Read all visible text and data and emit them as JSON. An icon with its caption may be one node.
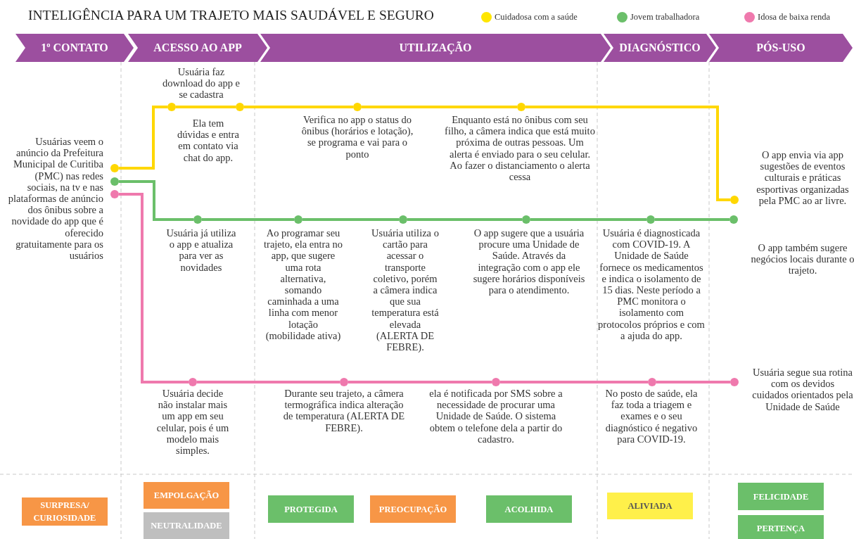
{
  "diagram": {
    "title": "INTELIGÊNCIA PARA UM TRAJETO MAIS SAUDÁVEL E SEGURO",
    "nodes": [
      {
        "text": [
          "1º CONTATO"
        ]
      },
      {
        "text": [
          "ACESSO AO APP"
        ]
      },
      {
        "text": [
          "UTILIZAÇÃO"
        ]
      },
      {
        "text": [
          "DIAGNÓSTICO"
        ]
      },
      {
        "text": [
          "PÓS-USO"
        ]
      },
      {
        "text": [],
        "shape": "circle"
      },
      {
        "text": [],
        "shape": "circle",
        "beside": [
          "Usuária faz download do app e se cadastra"
        ]
      },
      {
        "text": [],
        "shape": "circle",
        "beside": [
          "Ela tem dúvidas e entra em contato via chat do app."
        ]
      },
      {
        "text": [],
        "shape": "circle",
        "beside": [
          "Verifica no app o status do ônibus (horários e lotação), se programa e vai para o ponto"
        ]
      },
      {
        "text": [],
        "shape": "circle",
        "beside": [
          "Enquanto está no ônibus com seu filho, a câmera indica que está muito próxima de outras pessoas. Um alerta é enviado para o seu celular. Ao fazer o distanciamento o alerta cessa"
        ]
      },
      {
        "text": [],
        "shape": "circle",
        "beside": [
          "O app envia via app sugestões de eventos culturais e práticas esportivas organizadas pela PMC ao ar livre."
        ]
      },
      {
        "text": [],
        "shape": "circle"
      },
      {
        "text": [],
        "shape": "circle",
        "beside": [
          "Usuária já utiliza o app e atualiza para ver as novidades"
        ]
      },
      {
        "text": [],
        "shape": "circle",
        "beside": [
          "Ao programar seu trajeto, ela entra no app, que sugere uma rota alternativa, somando caminhada a uma linha com menor lotação (mobilidade ativa)"
        ]
      },
      {
        "text": [],
        "shape": "circle",
        "beside": [
          "Usuária utiliza o cartão para acessar o transporte coletivo, porém a câmera indica que sua temperatura está elevada (ALERTA DE FEBRE)."
        ]
      },
      {
        "text": [],
        "shape": "circle",
        "beside": [
          "O app sugere que a usuária procure uma Unidade de Saúde. Através da integração com o app ele sugere horários disponíveis para o atendimento."
        ]
      },
      {
        "text": [],
        "shape": "circle",
        "beside": [
          "Usuária é diagnosticada com COVID-19.  A Unidade de Saúde fornece os medicamentos e indica o isolamento de 15 dias. Neste período a PMC monitora o isolamento com protocolos próprios e com a ajuda do app."
        ]
      },
      {
        "text": [],
        "shape": "circle",
        "beside": [
          "O app também sugere negócios locais durante o trajeto."
        ]
      },
      {
        "text": [],
        "shape": "circle"
      },
      {
        "text": [],
        "shape": "circle",
        "beside": [
          "Usuária decide não instalar mais um app em seu celular, pois é um modelo mais simples."
        ]
      },
      {
        "text": [],
        "shape": "circle",
        "beside": [
          "Durante seu trajeto, a câmera termográfica indica alteração de temperatura (ALERTA DE FEBRE)."
        ]
      },
      {
        "text": [],
        "shape": "circle",
        "beside": [
          "ela é notificada por SMS sobre a necessidade de procurar uma Unidade de Saúde. O sistema obtem o telefone dela a partir do cadastro."
        ]
      },
      {
        "text": [],
        "shape": "circle",
        "beside": [
          "No posto de saúde, ela faz toda a triagem e exames e o seu diagnóstico é negativo para COVID-19."
        ]
      },
      {
        "text": [],
        "shape": "circle",
        "beside": [
          "Usuária segue sua rotina com os devidos cuidados orientados pela Unidade de Saúde"
        ]
      },
      {
        "text": [
          "SURPRESA/ CURIOSIDADE"
        ]
      },
      {
        "text": [
          "EMPOLGAÇÃO"
        ]
      },
      {
        "text": [
          "NEUTRALIDADE"
        ]
      },
      {
        "text": [
          "PROTEGIDA"
        ]
      },
      {
        "text": [
          "PREOCUPAÇÃO"
        ]
      },
      {
        "text": [
          "ACOLHIDA"
        ]
      },
      {
        "text": [
          "ALIVIADA"
        ]
      },
      {
        "text": [
          "FELICIDADE"
        ]
      },
      {
        "text": [
          "PERTENÇA"
        ]
      }
    ],
    "edges": [
      {
        "from": 5,
        "to": 6,
        "arrow": "none",
        "color": "#ffd700"
      },
      {
        "from": 6,
        "to": 7,
        "arrow": "none",
        "color": "#ffd700"
      },
      {
        "from": 7,
        "to": 8,
        "arrow": "none",
        "color": "#ffd700"
      },
      {
        "from": 8,
        "to": 9,
        "arrow": "none",
        "color": "#ffd700"
      },
      {
        "from": 9,
        "to": 10,
        "arrow": "none",
        "color": "#ffd700"
      },
      {
        "from": 11,
        "to": 12,
        "arrow": "none",
        "color": "#6bbf6a"
      },
      {
        "from": 12,
        "to": 13,
        "arrow": "none",
        "color": "#6bbf6a"
      },
      {
        "from": 13,
        "to": 14,
        "arrow": "none",
        "color": "#6bbf6a"
      },
      {
        "from": 14,
        "to": 15,
        "arrow": "none",
        "color": "#6bbf6a"
      },
      {
        "from": 15,
        "to": 16,
        "arrow": "none",
        "color": "#6bbf6a"
      },
      {
        "from": 16,
        "to": 17,
        "arrow": "none",
        "color": "#6bbf6a"
      },
      {
        "from": 18,
        "to": 19,
        "arrow": "none",
        "color": "#ef79ad"
      },
      {
        "from": 19,
        "to": 20,
        "arrow": "none",
        "color": "#ef79ad"
      },
      {
        "from": 20,
        "to": 21,
        "arrow": "none",
        "color": "#ef79ad"
      },
      {
        "from": 21,
        "to": 22,
        "arrow": "none",
        "color": "#ef79ad"
      },
      {
        "from": 22,
        "to": 23,
        "arrow": "none",
        "color": "#ef79ad"
      }
    ],
    "labels": [
      "Usuárias veem o anúncio da Prefeitura Municipal de Curitiba (PMC) nas redes sociais, na tv e nas plataformas de anúncio dos ônibus sobre a novidade do app que é oferecido gratuitamente para os usuários"
    ],
    "legend": [
      {
        "text": "Cuidadosa com a saúde",
        "color": "#ffe600"
      },
      {
        "text": "Jovem trabalhadora",
        "color": "#6bbf6a"
      },
      {
        "text": "Idosa de baixa renda",
        "color": "#ef79ad"
      }
    ]
  }
}
